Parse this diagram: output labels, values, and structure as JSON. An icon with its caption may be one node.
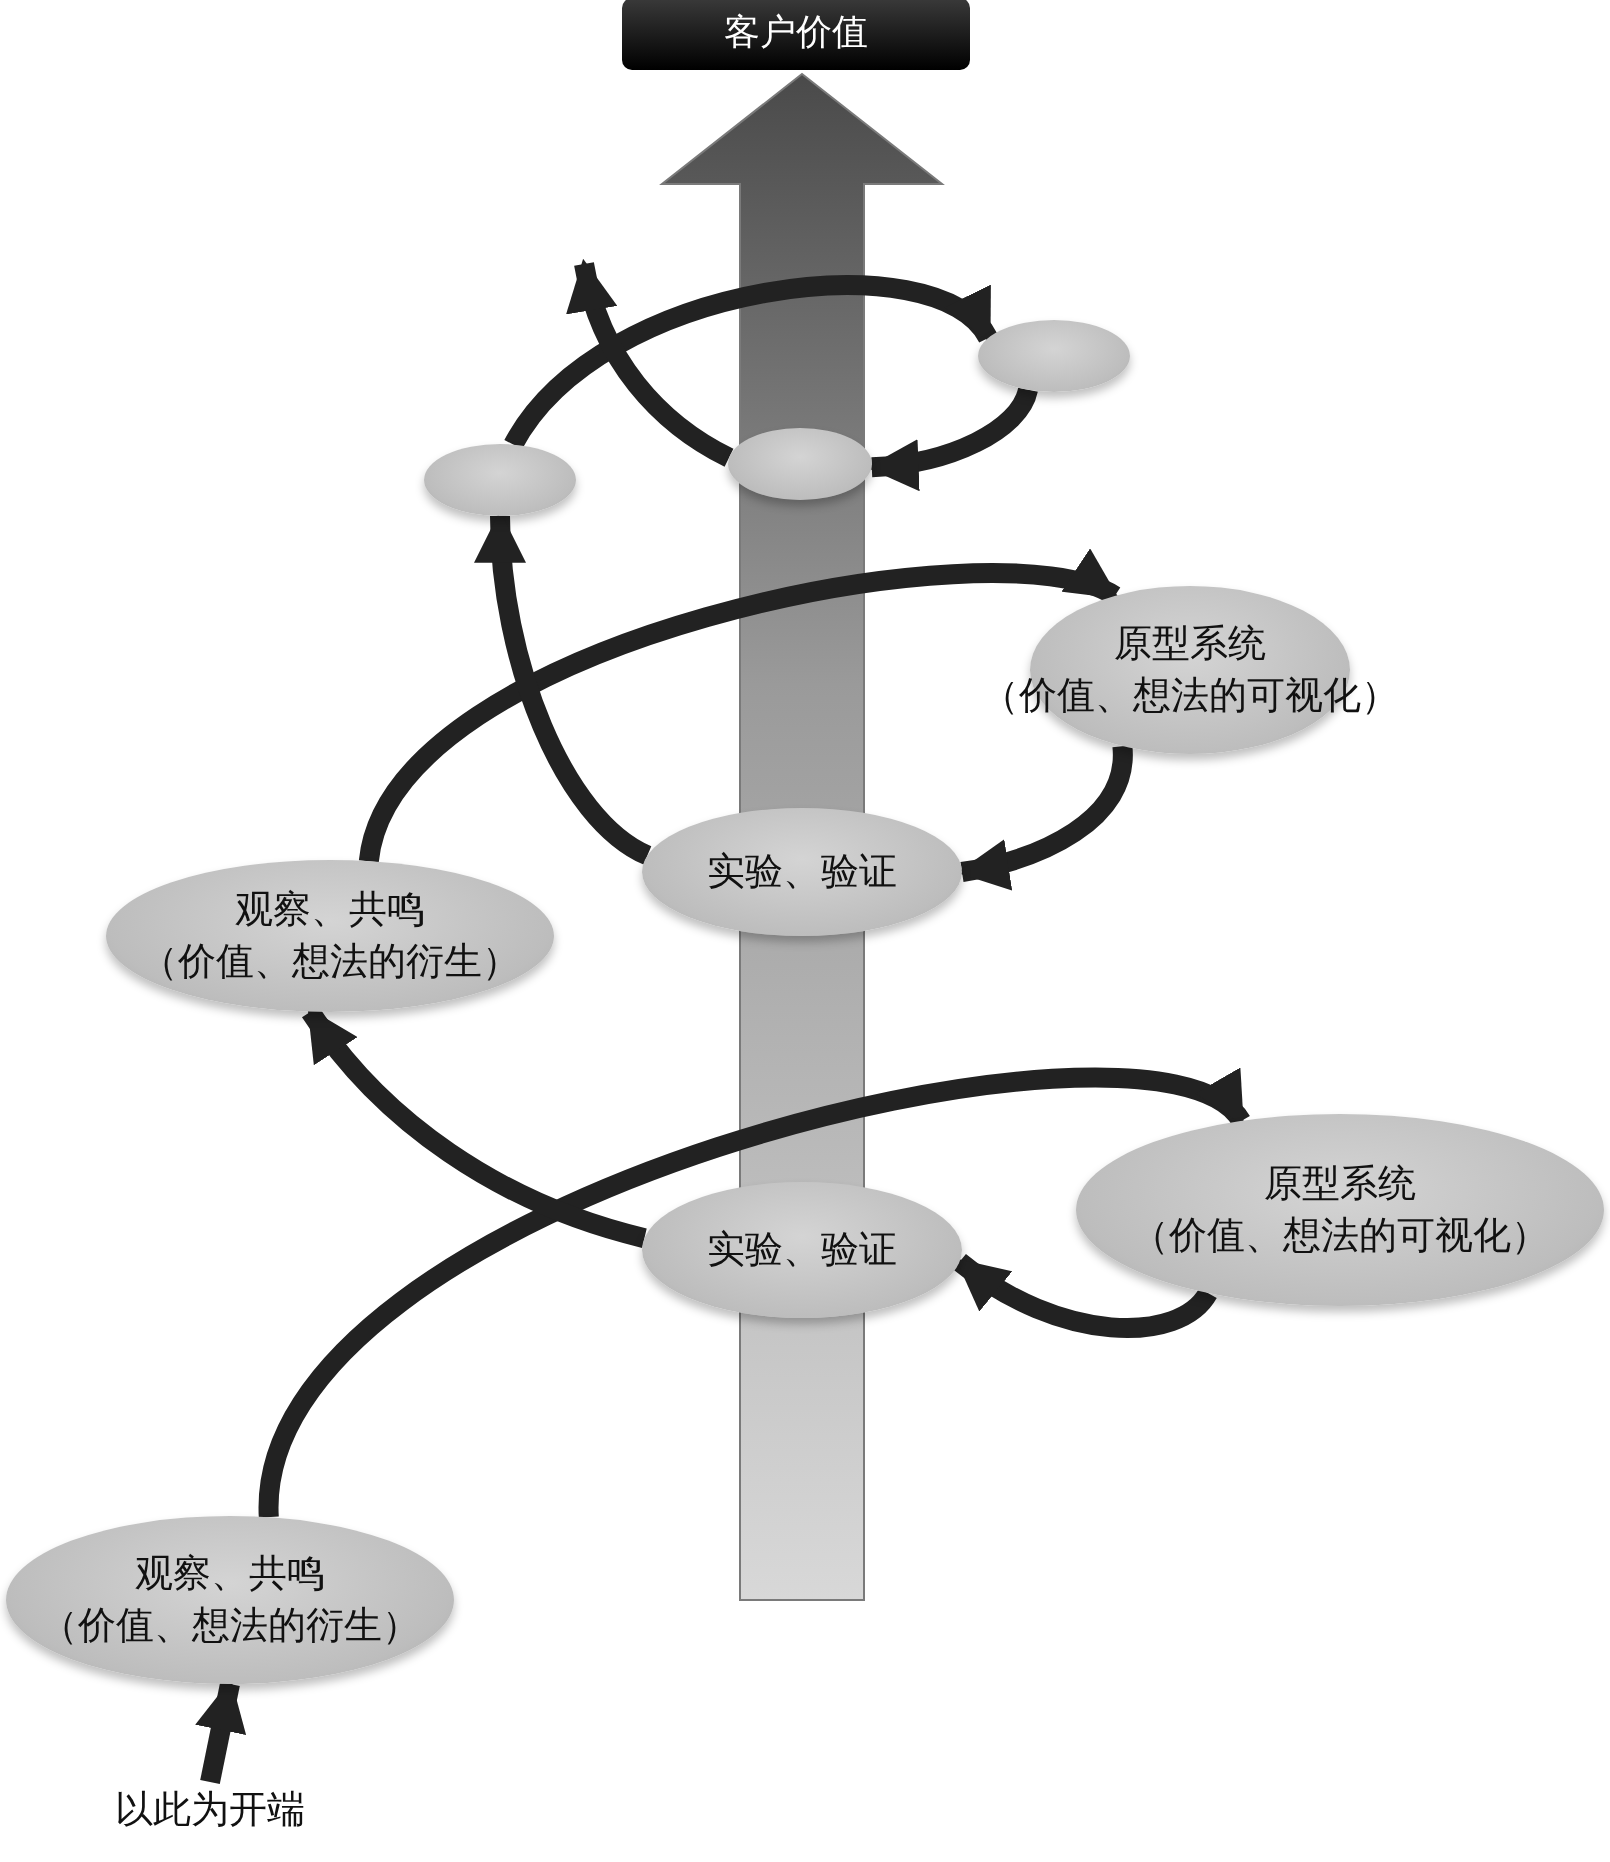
{
  "diagram": {
    "nodes": [
      {
        "text": [
          "客户价值"
        ]
      },
      {
        "text": [],
        "shape": "ellipse"
      },
      {
        "text": [],
        "shape": "ellipse"
      },
      {
        "text": [],
        "shape": "ellipse"
      },
      {
        "text": [
          "原型系统",
          "（价值、想法的可视化）"
        ]
      },
      {
        "text": [
          "实验、验证"
        ]
      },
      {
        "text": [
          "观察、共鸣",
          "（价值、想法的衍生）"
        ]
      },
      {
        "text": [
          "原型系统",
          "（价值、想法的可视化）"
        ]
      },
      {
        "text": [
          "实验、验证"
        ]
      },
      {
        "text": [
          "观察、共鸣",
          "（价值、想法的衍生）"
        ]
      },
      {
        "text": [
          "以此为开端"
        ]
      }
    ],
    "edges": [
      {
        "from": 10,
        "to": 9,
        "arrow": "to"
      },
      {
        "from": 9,
        "to": 7,
        "arrow": "to"
      },
      {
        "from": 7,
        "to": 8,
        "arrow": "to"
      },
      {
        "from": 8,
        "to": 6,
        "arrow": "to"
      },
      {
        "from": 6,
        "to": 4,
        "arrow": "to"
      },
      {
        "from": 4,
        "to": 5,
        "arrow": "to"
      },
      {
        "from": 5,
        "to": 2,
        "arrow": "to"
      },
      {
        "from": 2,
        "to": 1,
        "arrow": "to"
      },
      {
        "from": 1,
        "to": 3,
        "arrow": "to"
      },
      {
        "from": 3,
        "to": null,
        "arrow": "to"
      },
      {
        "from": null,
        "to": 0,
        "arrow": "to",
        "style": "thick",
        "color": "#7a7a7a"
      }
    ]
  }
}
